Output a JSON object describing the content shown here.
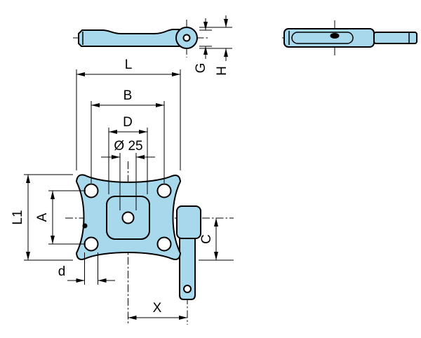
{
  "drawing": {
    "title": "hinge-bracket-technical-drawing",
    "dim_labels": {
      "L": "L",
      "B": "B",
      "D": "D",
      "dia25": "Ø 25",
      "L1": "L1",
      "A": "A",
      "d": "d",
      "C": "C",
      "X": "X",
      "G": "G",
      "H": "H"
    },
    "colors": {
      "part_fill": "#a8d8ec",
      "line_color": "#000000",
      "background": "#ffffff"
    }
  }
}
